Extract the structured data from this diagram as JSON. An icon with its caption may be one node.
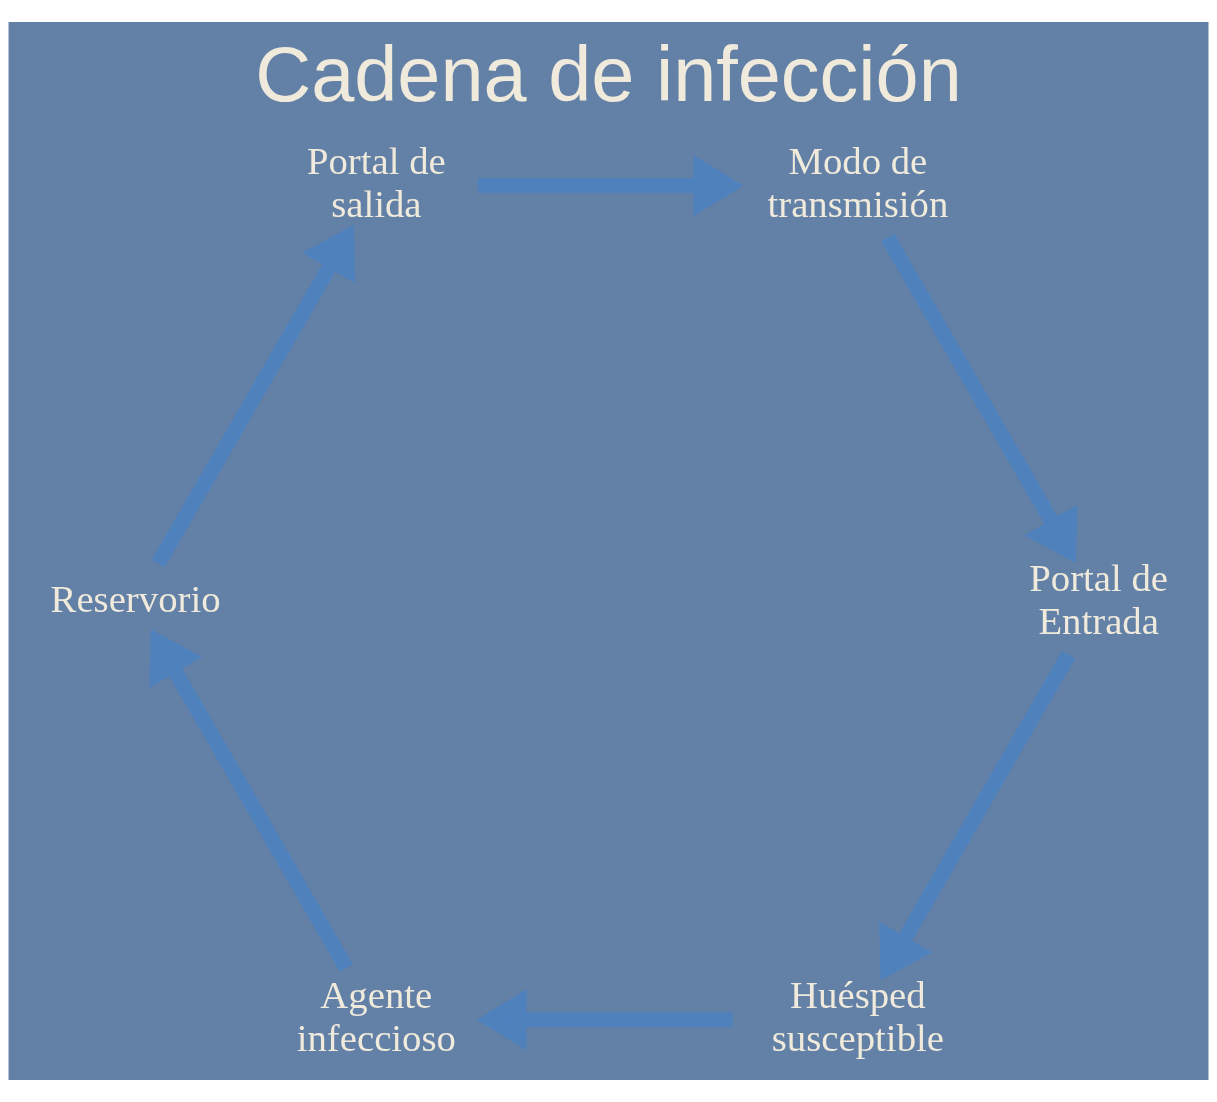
{
  "diagram": {
    "title": "Cadena de infección",
    "nodes": [
      {
        "text": [
          "Huésped susceptible"
        ]
      },
      {
        "text": [
          "Agente infeccioso"
        ]
      },
      {
        "text": [
          "Reservorio"
        ]
      },
      {
        "text": [
          "Portal de salida"
        ]
      },
      {
        "text": [
          "Modo de transmisión"
        ]
      },
      {
        "text": [
          "Portal de Entrada"
        ]
      }
    ],
    "edges": [
      {
        "from": 0,
        "to": 1,
        "arrow": "to"
      },
      {
        "from": 1,
        "to": 2,
        "arrow": "to"
      },
      {
        "from": 2,
        "to": 3,
        "arrow": "to"
      },
      {
        "from": 3,
        "to": 4,
        "arrow": "to"
      },
      {
        "from": 4,
        "to": 5,
        "arrow": "to"
      },
      {
        "from": 5,
        "to": 0,
        "arrow": "to"
      }
    ]
  }
}
